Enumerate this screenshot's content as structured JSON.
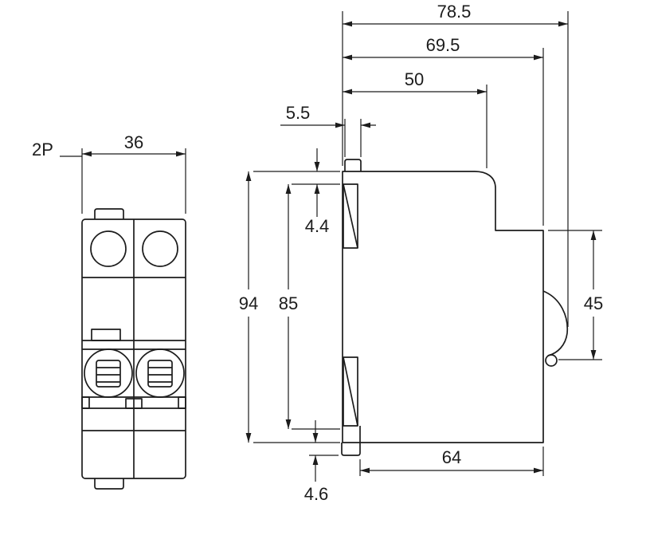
{
  "drawing": {
    "pole_label": "2P",
    "dimensions": {
      "front_width": "36",
      "overall_depth": "78.5",
      "face_depth": "69.5",
      "top_depth": "50",
      "clip_tab_depth": "5.5",
      "terminal_top_offset": "4.4",
      "overall_height": "94",
      "inner_height": "85",
      "face_height": "45",
      "bottom_depth": "64",
      "clip_height": "4.6"
    }
  }
}
